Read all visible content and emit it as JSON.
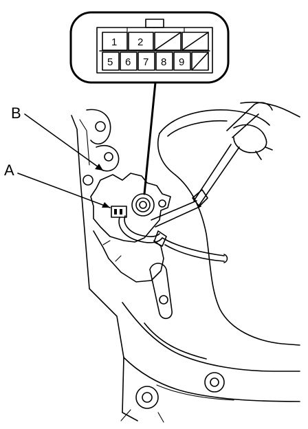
{
  "callouts": {
    "a": "A",
    "b": "B"
  },
  "connector": {
    "top_row": [
      "1",
      "2"
    ],
    "bottom_row": [
      "5",
      "6",
      "7",
      "8",
      "9"
    ]
  }
}
